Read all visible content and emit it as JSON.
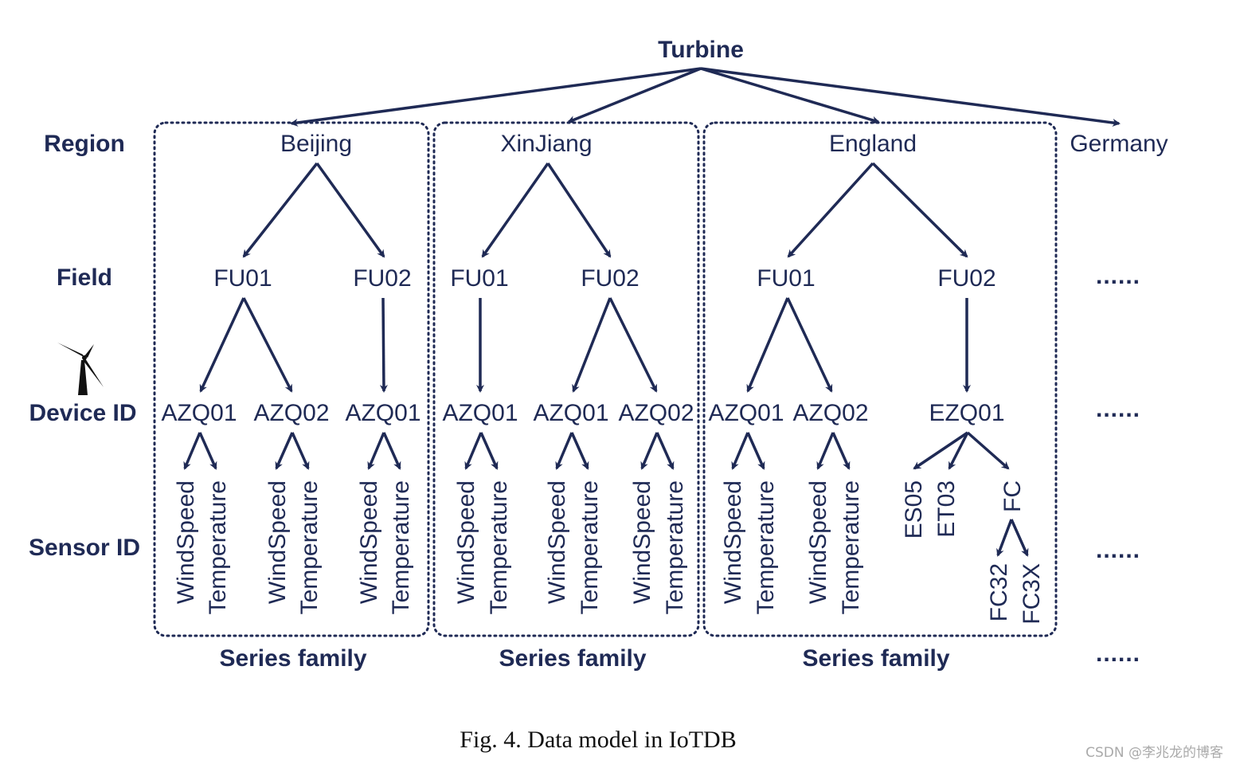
{
  "root": {
    "label": "Turbine"
  },
  "levels": {
    "region": "Region",
    "field": "Field",
    "device": "Device ID",
    "sensor": "Sensor ID"
  },
  "regions": {
    "beijing": {
      "label": "Beijing",
      "fields": {
        "f1": {
          "label": "FU01",
          "devices": {
            "d1": {
              "label": "AZQ01",
              "sensors": [
                "WindSpeed",
                "Temperature"
              ]
            },
            "d2": {
              "label": "AZQ02",
              "sensors": [
                "WindSpeed",
                "Temperature"
              ]
            }
          }
        },
        "f2": {
          "label": "FU02",
          "devices": {
            "d1": {
              "label": "AZQ01",
              "sensors": [
                "WindSpeed",
                "Temperature"
              ]
            }
          }
        }
      }
    },
    "xinjiang": {
      "label": "XinJiang",
      "fields": {
        "f1": {
          "label": "FU01",
          "devices": {
            "d1": {
              "label": "AZQ01",
              "sensors": [
                "WindSpeed",
                "Temperature"
              ]
            }
          }
        },
        "f2": {
          "label": "FU02",
          "devices": {
            "d1": {
              "label": "AZQ01",
              "sensors": [
                "WindSpeed",
                "Temperature"
              ]
            },
            "d2": {
              "label": "AZQ02",
              "sensors": [
                "WindSpeed",
                "Temperature"
              ]
            }
          }
        }
      }
    },
    "england": {
      "label": "England",
      "fields": {
        "f1": {
          "label": "FU01",
          "devices": {
            "d1": {
              "label": "AZQ01",
              "sensors": [
                "WindSpeed",
                "Temperature"
              ]
            },
            "d2": {
              "label": "AZQ02",
              "sensors": [
                "WindSpeed",
                "Temperature"
              ]
            }
          }
        },
        "f2": {
          "label": "FU02",
          "devices": {
            "d1": {
              "label": "EZQ01",
              "sensors": [
                "ES05",
                "ET03",
                "FC"
              ],
              "sub_sensors": [
                "FC32",
                "FC3X"
              ]
            }
          }
        }
      }
    },
    "germany": {
      "label": "Germany"
    }
  },
  "ellipsis": "......",
  "series_family": "Series family",
  "caption": "Fig. 4.  Data model in IoTDB",
  "watermark": "CSDN @李兆龙的博客",
  "colors": {
    "ink": "#1f2a55",
    "caption": "#111111",
    "watermark": "#aaaaaa"
  },
  "icons": [
    "wind-turbine-icon"
  ]
}
